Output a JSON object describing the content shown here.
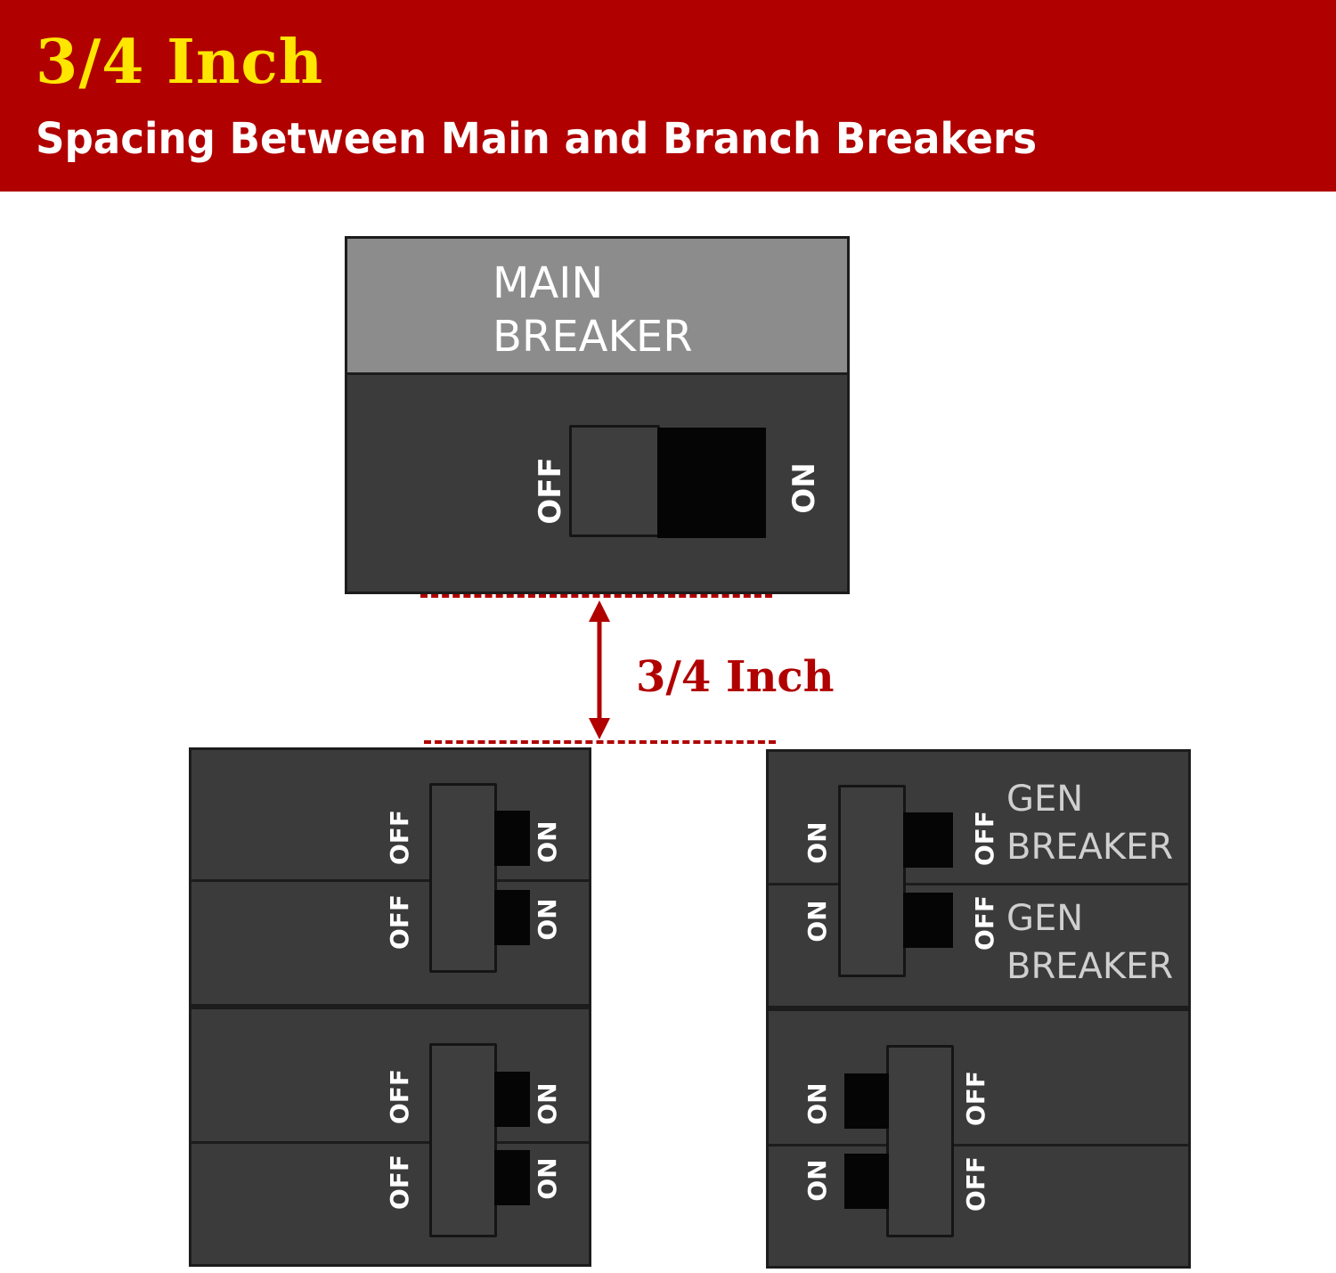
{
  "header": {
    "title": "3/4 Inch",
    "subtitle": "Spacing Between Main and Branch Breakers"
  },
  "main_breaker": {
    "label_line1": "MAIN",
    "label_line2": "BREAKER",
    "off_label": "OFF",
    "on_label": "ON"
  },
  "dimension": {
    "label": "3/4 Inch"
  },
  "switch_labels": {
    "off": "OFF",
    "on": "ON"
  },
  "gen_breaker": {
    "line1": "GEN",
    "line2": "BREAKER"
  },
  "colors": {
    "header_bg": "#b00000",
    "title_yellow": "#ffe600",
    "breaker_body": "#3b3b3b",
    "main_top": "#8c8c8c",
    "dim_red": "#b00000"
  }
}
